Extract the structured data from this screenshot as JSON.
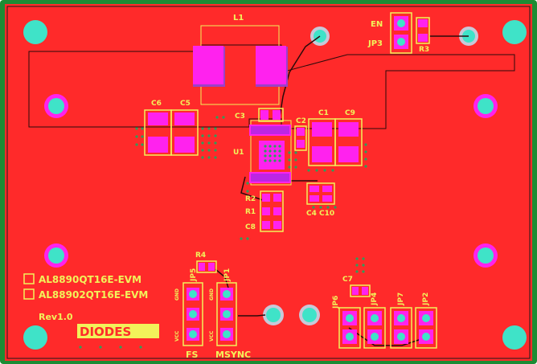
{
  "board": {
    "colors": {
      "copper": "#ff2a2a",
      "outer_edge": "#1c8c34",
      "silkscreen": "#f2f25a",
      "pad": "#ff22ee",
      "pad_dark": "#9b40c8",
      "via": "#2e9e5a",
      "mount_hole": "#3fe3c8",
      "trace": "#2a0a0a"
    },
    "labels": {
      "l1": "L1",
      "c6": "C6",
      "c5": "C5",
      "c3": "C3",
      "c2": "C2",
      "c1": "C1",
      "c9": "C9",
      "u1": "U1",
      "r2": "R2",
      "r1": "R1",
      "c8": "C8",
      "c4": "C4",
      "c10": "C10",
      "en": "EN",
      "jp3": "JP3",
      "r3": "R3",
      "r4": "R4",
      "jp5": "JP5",
      "jp1": "JP1",
      "gnd_left": "GND",
      "gnd_right": "GND",
      "vcc_left": "VCC",
      "vcc_right": "VCC",
      "fs": "FS",
      "msync": "MSYNC",
      "c7": "C7",
      "jp6": "JP6",
      "jp4": "JP4",
      "jp7": "JP7",
      "jp2": "JP2"
    },
    "variants": [
      "AL8890QT16E-EVM",
      "AL88902QT16E-EVM"
    ],
    "revision": "Rev1.0",
    "logo": "DIODES"
  }
}
